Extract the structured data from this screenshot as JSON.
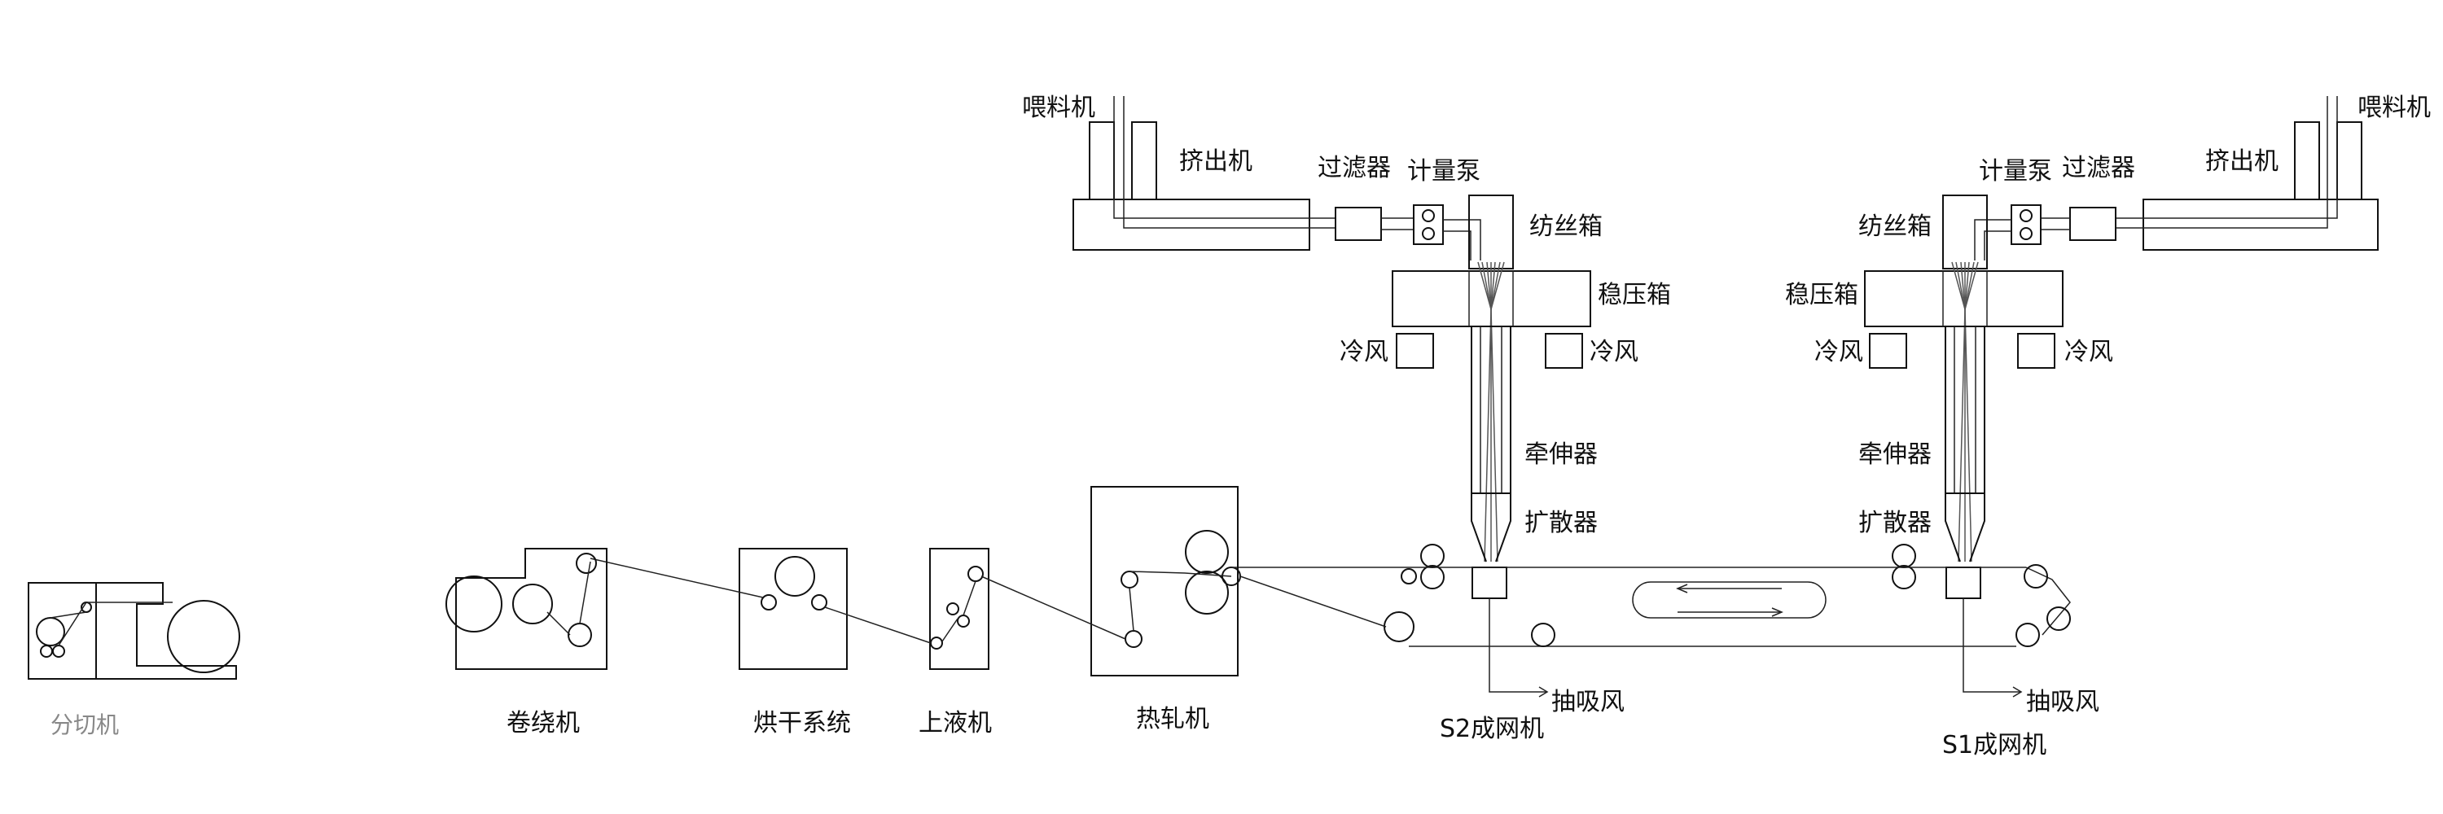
{
  "labels": {
    "feeder_left": "喂料机",
    "extruder_left": "挤出机",
    "filter_left": "过滤器",
    "pump_left": "计量泵",
    "spinbox_left": "纺丝箱",
    "stabilizer_left": "稳压箱",
    "cold_air_left_a": "冷风",
    "cold_air_left_b": "冷风",
    "drawer_left": "牵伸器",
    "diffuser_left": "扩散器",
    "suction_left": "抽吸风",
    "former_s2": "S2成网机",
    "feeder_right": "喂料机",
    "extruder_right": "挤出机",
    "filter_right": "过滤器",
    "pump_right": "计量泵",
    "spinbox_right": "纺丝箱",
    "stabilizer_right": "稳压箱",
    "cold_air_right_a": "冷风",
    "cold_air_right_b": "冷风",
    "drawer_right": "牵伸器",
    "diffuser_right": "扩散器",
    "suction_right": "抽吸风",
    "former_s1": "S1成网机",
    "slitter": "分切机",
    "winder": "卷绕机",
    "dryer": "烘干系统",
    "finisher": "上液机",
    "calender": "热轧机"
  },
  "colors": {
    "line": "#111111",
    "web": "#555555",
    "muted_text": "#888888"
  }
}
